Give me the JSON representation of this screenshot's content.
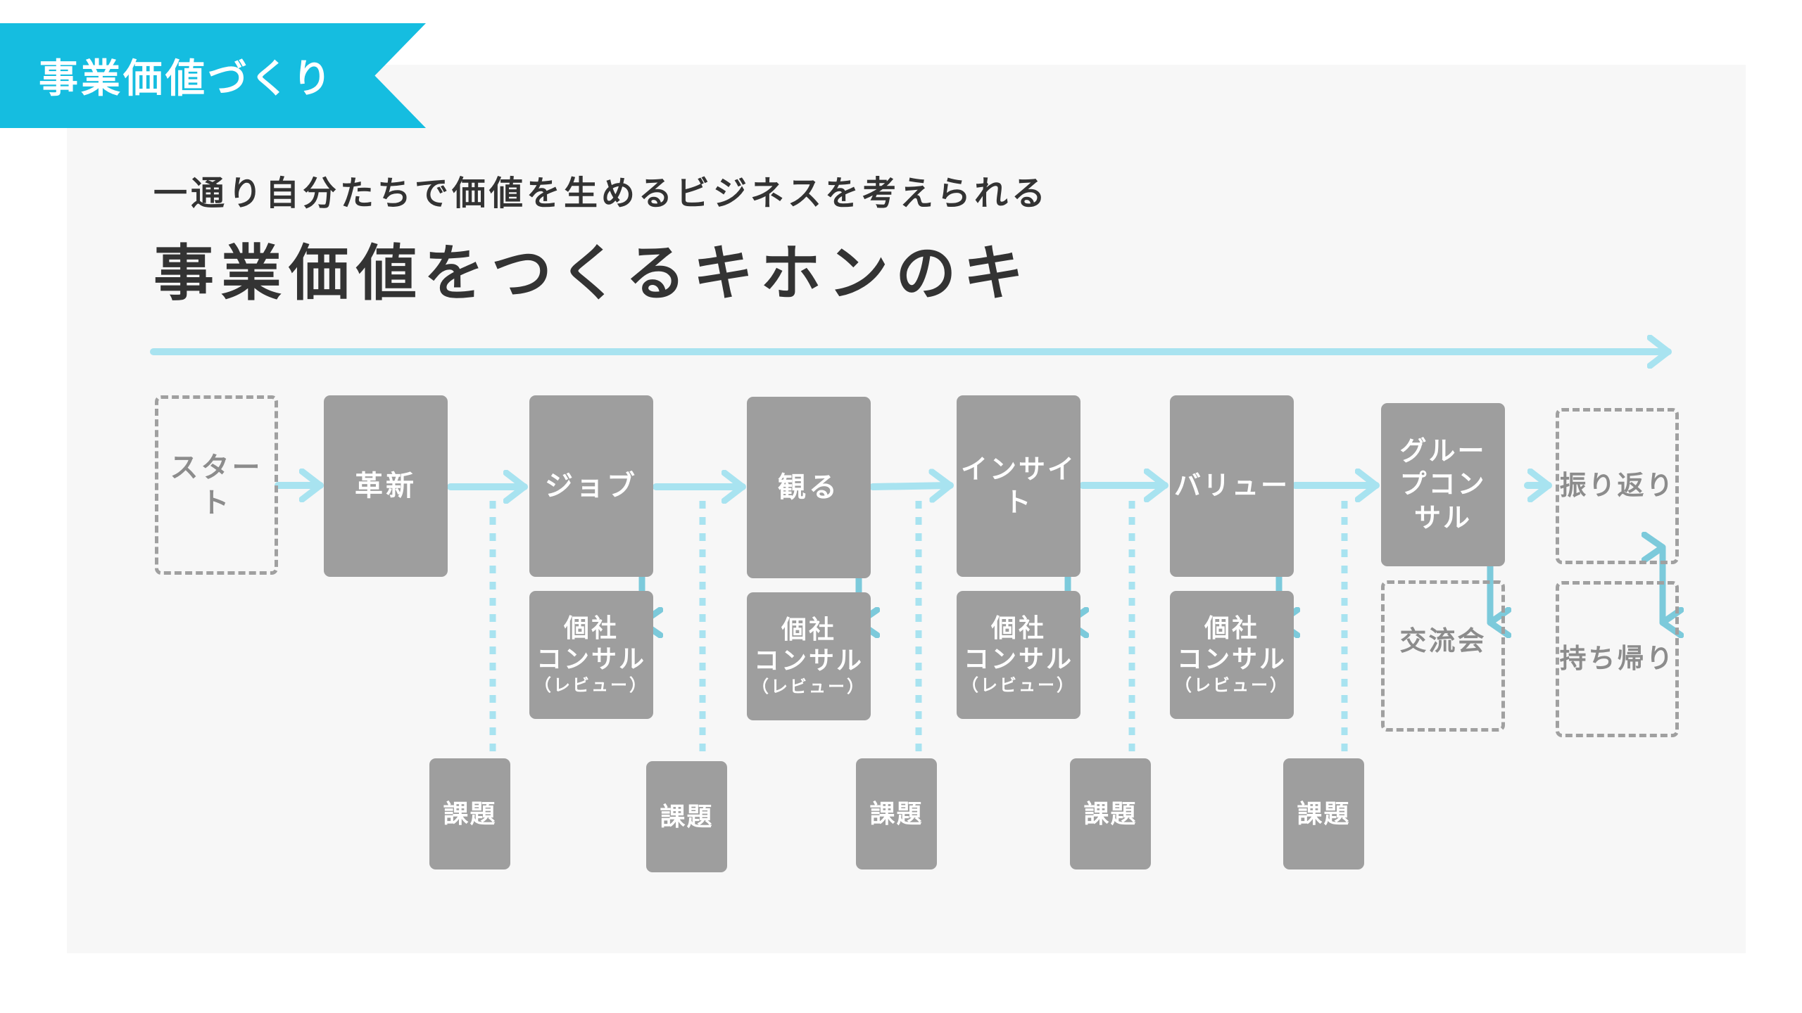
{
  "banner": {
    "label": "事業価値づくり"
  },
  "header": {
    "subtitle": "一通り自分たちで価値を生めるビジネスを考えられる",
    "title": "事業価値をつくるキホンのキ"
  },
  "flow": {
    "start": "スタート",
    "stages": [
      "革新",
      "ジョブ",
      "観る",
      "インサイト",
      "バリュー",
      "グループコンサル",
      "振り返り"
    ],
    "consult": {
      "line1": "個社",
      "line2": "コンサル",
      "note": "（レビュー）"
    },
    "exchange": "交流会",
    "takeaway": "持ち帰り",
    "issue": "課題"
  },
  "colors": {
    "accent": "#15bde0",
    "arrow": "#a8e3f0",
    "box": "#9e9e9e",
    "dashed": "#a0a0a0",
    "vertical_arrow": "#7ccadb"
  }
}
